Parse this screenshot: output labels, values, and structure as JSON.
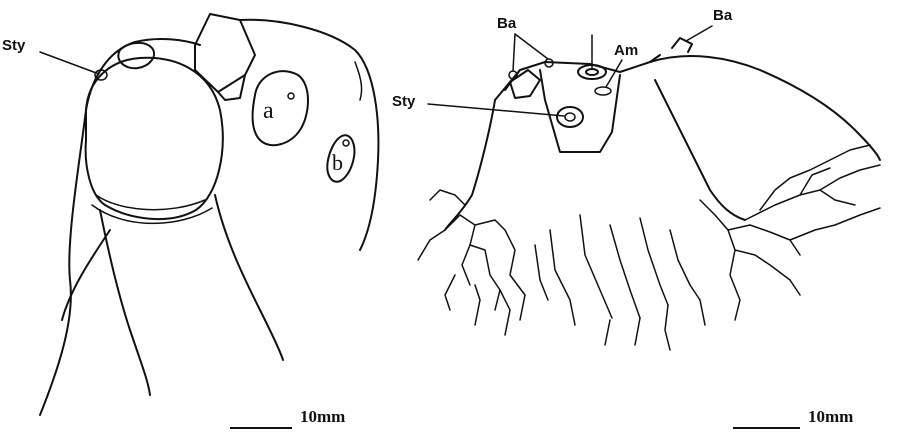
{
  "labels": {
    "left_sty": "Sty",
    "right_ba_1": "Ba",
    "right_ba_2": "Ba",
    "right_am": "Am",
    "right_sty": "Sty",
    "plate_a": "a",
    "plate_b": "b"
  },
  "scale_bars": {
    "left": "10mm",
    "right": "10mm"
  }
}
